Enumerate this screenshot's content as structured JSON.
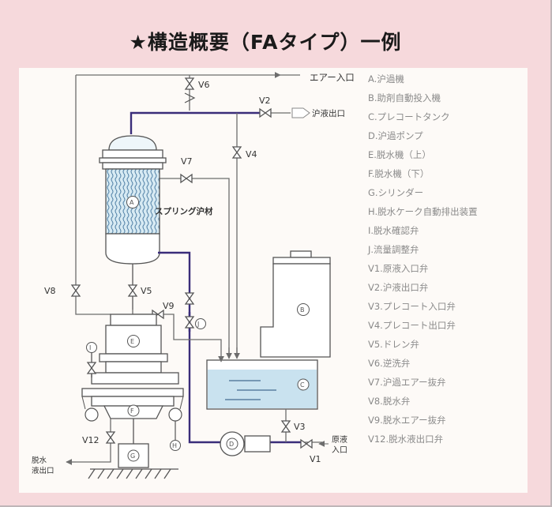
{
  "title": "★構造概要（FAタイプ）一例",
  "legend": [
    "A.沪過機",
    "B.助剤自動投入機",
    "C.プレコートタンク",
    "D.沪過ポンプ",
    "E.脱水機（上）",
    "F.脱水機（下）",
    "G.シリンダー",
    "H.脱水ケーク自動排出装置",
    "I.脱水確認弁",
    "J.流量調整弁",
    "V1.原液入口弁",
    "V2.沪液出口弁",
    "V3.プレコート入口弁",
    "V4.プレコート出口弁",
    "V5.ドレン弁",
    "V6.逆洗弁",
    "V7.沪過エアー抜弁",
    "V8.脱水弁",
    "V9.脱水エアー抜弁",
    "V12.脱水液出口弁"
  ],
  "labels": {
    "air_inlet": "エアー入口",
    "filtrate_outlet": "沪液出口",
    "raw_inlet_1": "原液",
    "raw_inlet_2": "入口",
    "dewater_outlet_1": "脱水",
    "dewater_outlet_2": "液出口",
    "spring_media": "スプリング沪材",
    "v1": "V1",
    "v2": "V2",
    "v3": "V3",
    "v4": "V4",
    "v5": "V5",
    "v6": "V6",
    "v7": "V7",
    "v8": "V8",
    "v9": "V9",
    "v12": "V12",
    "a": "A",
    "b": "B",
    "c": "C",
    "d": "D",
    "e": "E",
    "f": "F",
    "g": "G",
    "h": "H",
    "i": "I",
    "j": "J"
  },
  "colors": {
    "frame_bg": "#f6d9dc",
    "panel_bg": "#fdfaf7",
    "line_gray": "#6d6d6d",
    "line_purple": "#3a2d7a",
    "water_fill": "#c9e2ef",
    "wave": "#5a7fa0"
  }
}
